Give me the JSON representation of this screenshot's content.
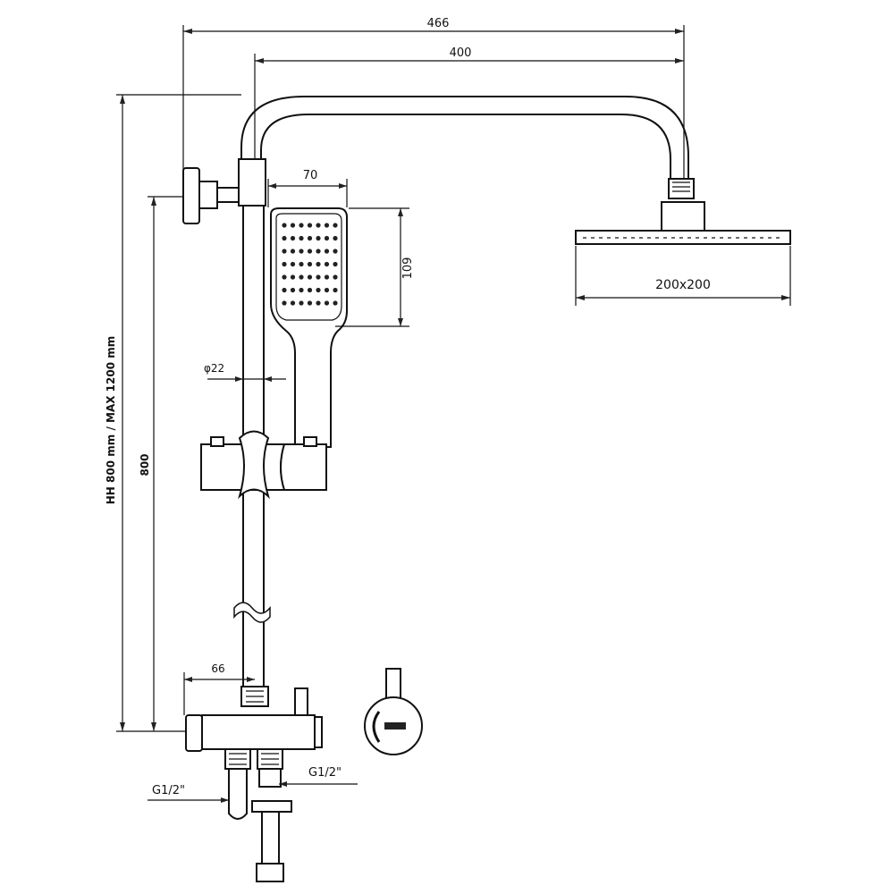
{
  "dimensions": {
    "overall_width": "466",
    "arm_length": "400",
    "handset_width": "70",
    "handset_height": "109",
    "head_size": "200x200",
    "pipe_diameter": "φ22",
    "valve_offset": "66",
    "height_range": "HH 800 mm / MAX 1200 mm",
    "rail_height": "800",
    "inlet_left": "G1/2\"",
    "inlet_right": "G1/2\""
  },
  "colors": {
    "line": "#111111",
    "background": "#ffffff"
  },
  "icons": {
    "handset_button": "arrow-icon",
    "control_knob": "knob-icon"
  }
}
